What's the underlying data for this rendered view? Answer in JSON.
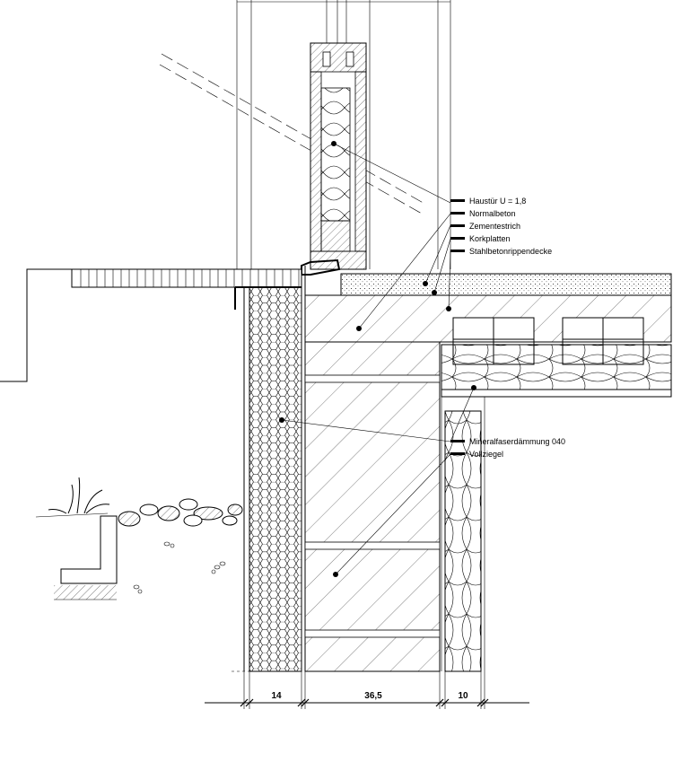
{
  "labels": {
    "top": [
      {
        "id": "haustuer",
        "text": "Haustür U = 1,8"
      },
      {
        "id": "normalbeton",
        "text": "Normalbeton"
      },
      {
        "id": "zementestrich",
        "text": "Zementestrich"
      },
      {
        "id": "korkplatten",
        "text": "Korkplatten"
      },
      {
        "id": "stahlbeton",
        "text": "Stahlbetonrippendecke"
      }
    ],
    "bottom": [
      {
        "id": "mineralfaser",
        "text": "Mineralfaserdämmung 040"
      },
      {
        "id": "vollziegel",
        "text": "Vollziegel"
      }
    ]
  },
  "dimensions": [
    "14",
    "36,5",
    "10"
  ]
}
